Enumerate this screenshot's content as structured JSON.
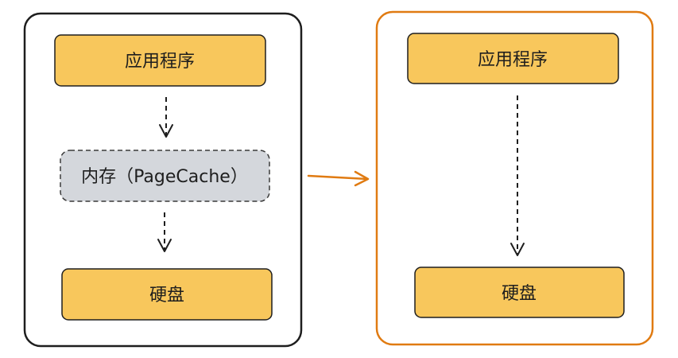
{
  "left_panel": {
    "app_label": "应用程序",
    "cache_label": "内存（PageCache）",
    "disk_label": "硬盘"
  },
  "right_panel": {
    "app_label": "应用程序",
    "disk_label": "硬盘"
  },
  "colors": {
    "box_fill": "#f8c75c",
    "cache_fill": "#d4d7dc",
    "left_border": "#1e1e1e",
    "right_border": "#e07b12",
    "arrow_main": "#e07b12",
    "dashed_arrow": "#1e1e1e"
  }
}
